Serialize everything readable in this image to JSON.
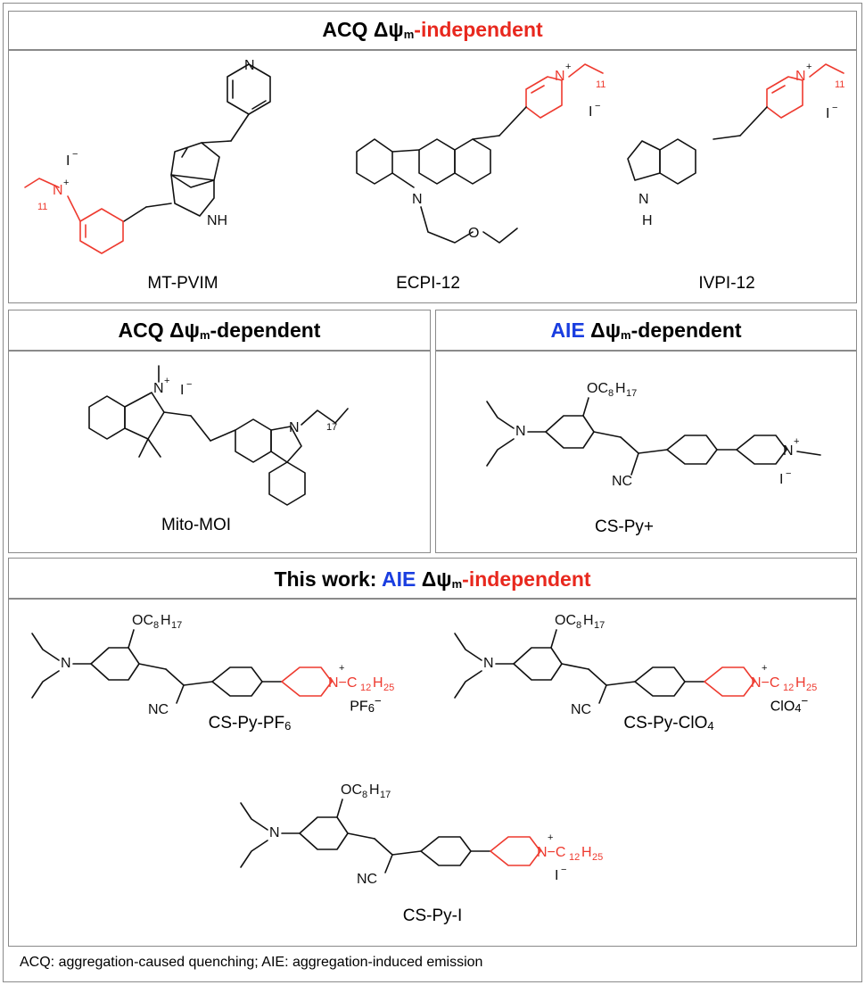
{
  "panels": {
    "top": {
      "title_prefix": "ACQ",
      "delta_psi": "Δψ",
      "psi_sub": "m",
      "title_suffix": "-independent",
      "compounds": [
        "MT-PVIM",
        "ECPI-12",
        "IVPI-12"
      ]
    },
    "middle_left": {
      "title_prefix": "ACQ",
      "delta_psi": "Δψ",
      "psi_sub": "m",
      "title_suffix": "-dependent",
      "compound": "Mito-MOI"
    },
    "middle_right": {
      "title_prefix": "AIE",
      "delta_psi": "Δψ",
      "psi_sub": "m",
      "title_suffix": "-dependent",
      "compound": "CS-Py+"
    },
    "bottom": {
      "title_lead": "This work:",
      "title_prefix": "AIE",
      "delta_psi": "Δψ",
      "psi_sub": "m",
      "title_suffix": "-independent",
      "compounds": [
        {
          "name": "CS-Py-PF",
          "sub": "6",
          "counterion": "PF",
          "counterion_sub": "6",
          "charge": "−"
        },
        {
          "name": "CS-Py-ClO",
          "sub": "4",
          "counterion": "ClO",
          "counterion_sub": "4",
          "charge": "−"
        },
        {
          "name": "CS-Py-I",
          "sub": "",
          "counterion": "I",
          "counterion_sub": "",
          "charge": "−"
        }
      ]
    }
  },
  "atom_labels": {
    "iodide": "I",
    "minus": "−",
    "plus": "+",
    "nh": "NH",
    "n": "N",
    "h": "H",
    "o": "O",
    "nc": "NC",
    "oc8h17": "OC",
    "c8": "8",
    "h17": "H",
    "n17": "17",
    "c12h25": "N−C",
    "c12": "12",
    "h25": "H",
    "n25": "25",
    "n11": "11",
    "n17b": "17"
  },
  "footnote": "ACQ: aggregation-caused quenching; AIE: aggregation-induced emission",
  "colors": {
    "highlight_red": "#e8281e",
    "aie_blue": "#1a3ee0",
    "border": "#8a8a8a"
  }
}
